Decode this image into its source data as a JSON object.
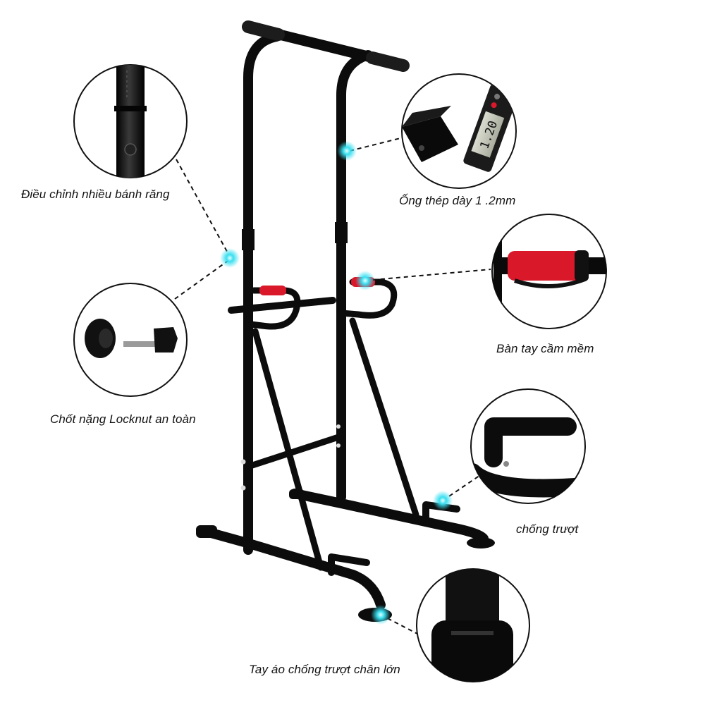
{
  "labels": {
    "gear_adjust": "Điều chỉnh nhiều bánh răng",
    "steel_tube": "Ống thép dày 1 .2mm",
    "soft_grip": "Bàn tay cầm mềm",
    "locknut": "Chốt nặng Locknut an toàn",
    "anti_slip": "chống trượt",
    "foot_sleeve": "Tay áo chống trượt chân lớn"
  },
  "caliper_reading": "1.20",
  "colors": {
    "frame": "#111111",
    "grip_pad": "#d9182a",
    "hotspot": "#2fd6e8"
  }
}
